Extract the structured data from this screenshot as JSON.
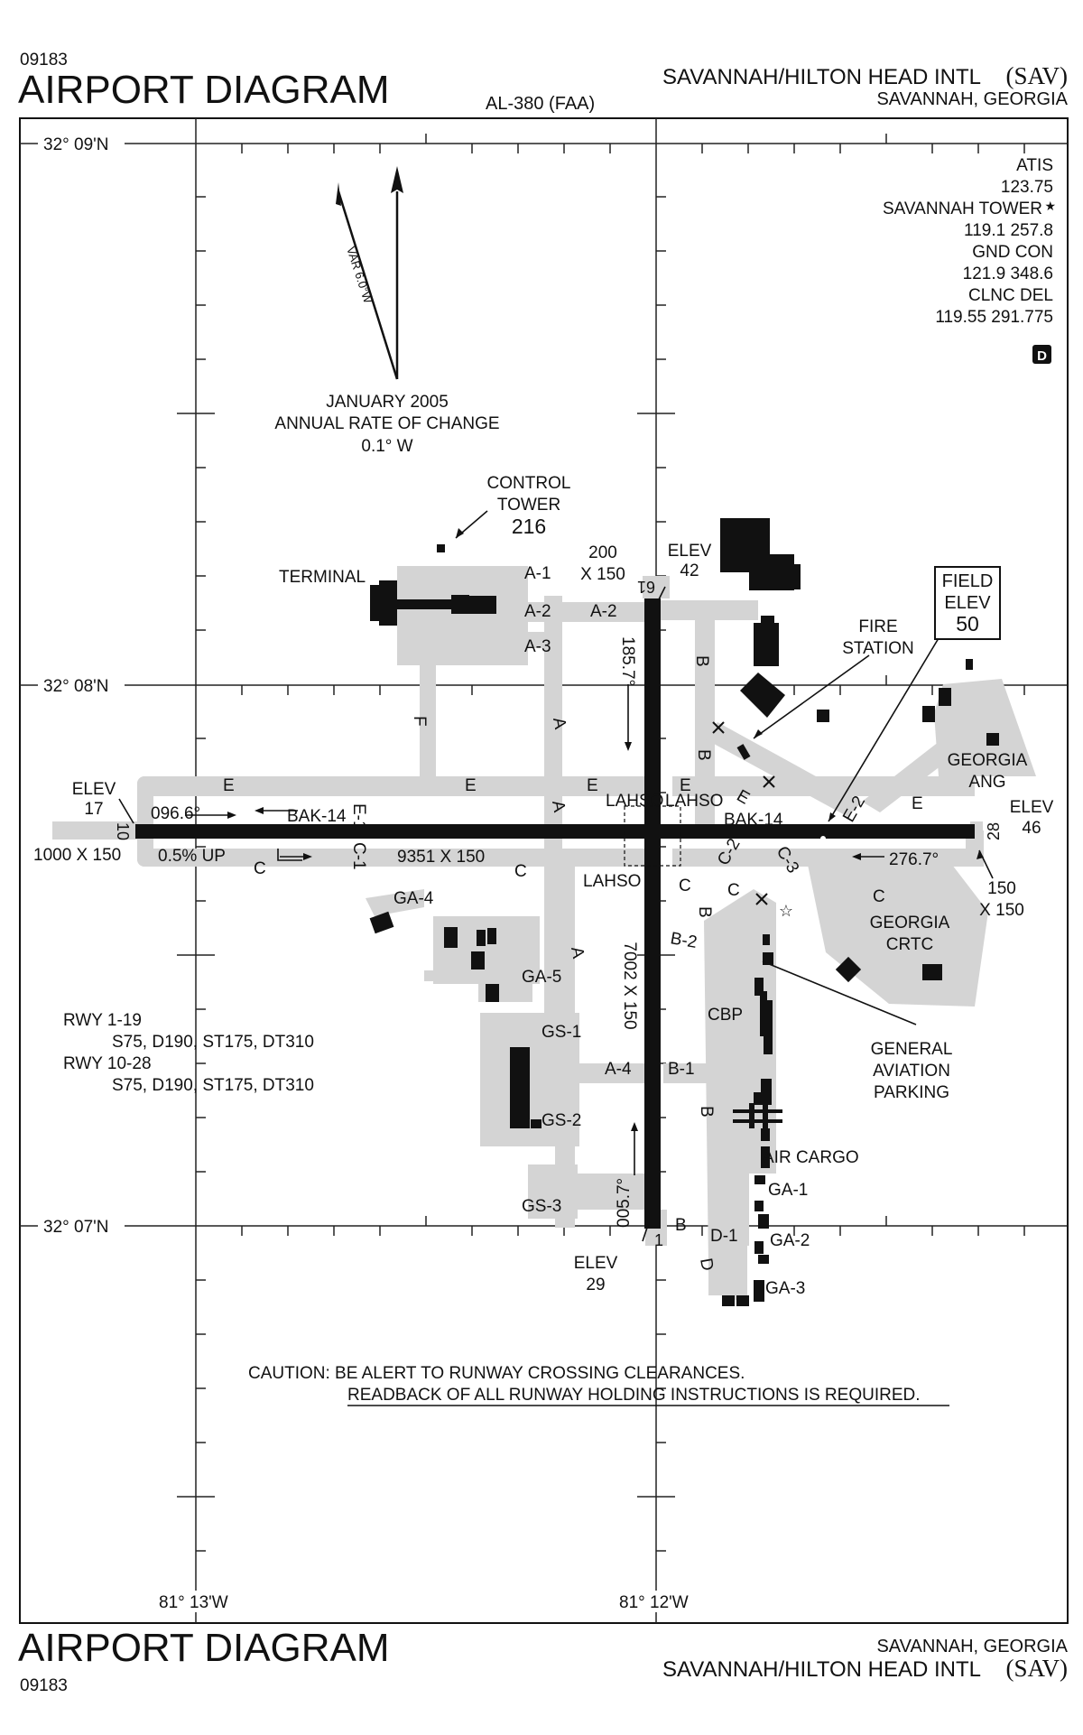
{
  "header": {
    "proc_number": "09183",
    "title": "AIRPORT DIAGRAM",
    "al_number": "AL-380 (FAA)",
    "airport_name": "SAVANNAH/HILTON HEAD INTL",
    "airport_id": "(SAV)",
    "city_state": "SAVANNAH, GEORGIA"
  },
  "footer": {
    "title": "AIRPORT DIAGRAM",
    "proc_number": "09183",
    "city_state": "SAVANNAH, GEORGIA",
    "airport_name": "SAVANNAH/HILTON HEAD INTL",
    "airport_id": "(SAV)"
  },
  "coordinates": {
    "lat_top": "32° 09'N",
    "lat_mid": "32° 08'N",
    "lat_bot": "32° 07'N",
    "lon_left": "81° 13'W",
    "lon_right": "81° 12'W"
  },
  "frequencies": {
    "atis_label": "ATIS",
    "atis": "123.75",
    "tower_label": "SAVANNAH TOWER",
    "tower_symbol": "★",
    "tower": "119.1 257.8",
    "gnd_label": "GND CON",
    "gnd": "121.9 348.6",
    "clnc_label": "CLNC DEL",
    "clnc": "119.55 291.775",
    "d_symbol": "D"
  },
  "magnetic": {
    "variation": "VAR 6.0°W",
    "date_line": "JANUARY 2005",
    "rate_line": "ANNUAL RATE OF CHANGE",
    "rate_value": "0.1°  W"
  },
  "labels": {
    "control_tower_1": "CONTROL",
    "control_tower_2": "TOWER",
    "control_tower_elev": "216",
    "terminal": "TERMINAL",
    "rwy1_dims_1": "200",
    "rwy1_dims_2": "X 150",
    "rwy1_elev_1": "ELEV",
    "rwy1_elev_2": "42",
    "field_elev_1": "FIELD",
    "field_elev_2": "ELEV",
    "field_elev_3": "50",
    "fire_station_1": "FIRE",
    "fire_station_2": "STATION",
    "georgia_ang_1": "GEORGIA",
    "georgia_ang_2": "ANG",
    "georgia_crtc_1": "GEORGIA",
    "georgia_crtc_2": "CRTC",
    "elev17_1": "ELEV",
    "elev17_2": "17",
    "elev46_1": "ELEV",
    "elev46_2": "46",
    "elev29_1": "ELEV",
    "elev29_2": "29",
    "rwy10_dims": "1000 X 150",
    "rwy28_dims_1": "150",
    "rwy28_dims_2": "X 150",
    "hdg_096": "096.6°",
    "hdg_276": "276.7°",
    "hdg_185": "185.7°",
    "hdg_005": "005.7°",
    "slope": "0.5% UP",
    "rwy10_28_dims": "9351 X 150",
    "rwy1_19_dims": "7002 X 150",
    "bak14_left": "BAK-14",
    "bak14_right": "BAK-14",
    "lahso_1": "LAHSO",
    "lahso_2": "LAHSO",
    "lahso_3": "LAHSO",
    "cbp": "CBP",
    "air_cargo": "AIR CARGO",
    "ga_parking_1": "GENERAL",
    "ga_parking_2": "AVIATION",
    "ga_parking_3": "PARKING",
    "rwy_num_10": "10",
    "rwy_num_28": "28",
    "rwy_num_19": "61",
    "rwy_num_1": "1"
  },
  "taxiways": {
    "a1": "A-1",
    "a2": "A-2",
    "a2b": "A-2",
    "a3": "A-3",
    "a4": "A-4",
    "a_mid1": "A",
    "a_mid2": "A",
    "a_low": "A",
    "e_1": "E",
    "e_2": "E",
    "e_3": "E",
    "e_4": "E",
    "e_5": "E",
    "e_6": "E",
    "e1": "E-1",
    "e2": "E-2",
    "c_1": "C",
    "c_2": "C",
    "c_3": "C",
    "c_4": "C",
    "c_5": "C",
    "c1": "C-1",
    "c2": "C-2",
    "c3": "C-3",
    "f": "F",
    "b_1": "B",
    "b_2": "B",
    "b_3": "B",
    "b_4": "B",
    "b_5": "B",
    "b1": "B-1",
    "b2": "B-2",
    "d": "D",
    "d1": "D-1",
    "ga1": "GA-1",
    "ga2": "GA-2",
    "ga3": "GA-3",
    "ga4": "GA-4",
    "ga5": "GA-5",
    "gs1": "GS-1",
    "gs2": "GS-2",
    "gs3": "GS-3"
  },
  "runway_strength": {
    "rwy_1_19": "RWY 1-19",
    "rwy_1_19_values": "S75, D190, ST175, DT310",
    "rwy_10_28": "RWY 10-28",
    "rwy_10_28_values": "S75, D190, ST175, DT310"
  },
  "caution": {
    "line1": "CAUTION:  BE ALERT TO RUNWAY CROSSING CLEARANCES.",
    "line2": "READBACK OF ALL RUNWAY HOLDING INSTRUCTIONS IS REQUIRED."
  }
}
